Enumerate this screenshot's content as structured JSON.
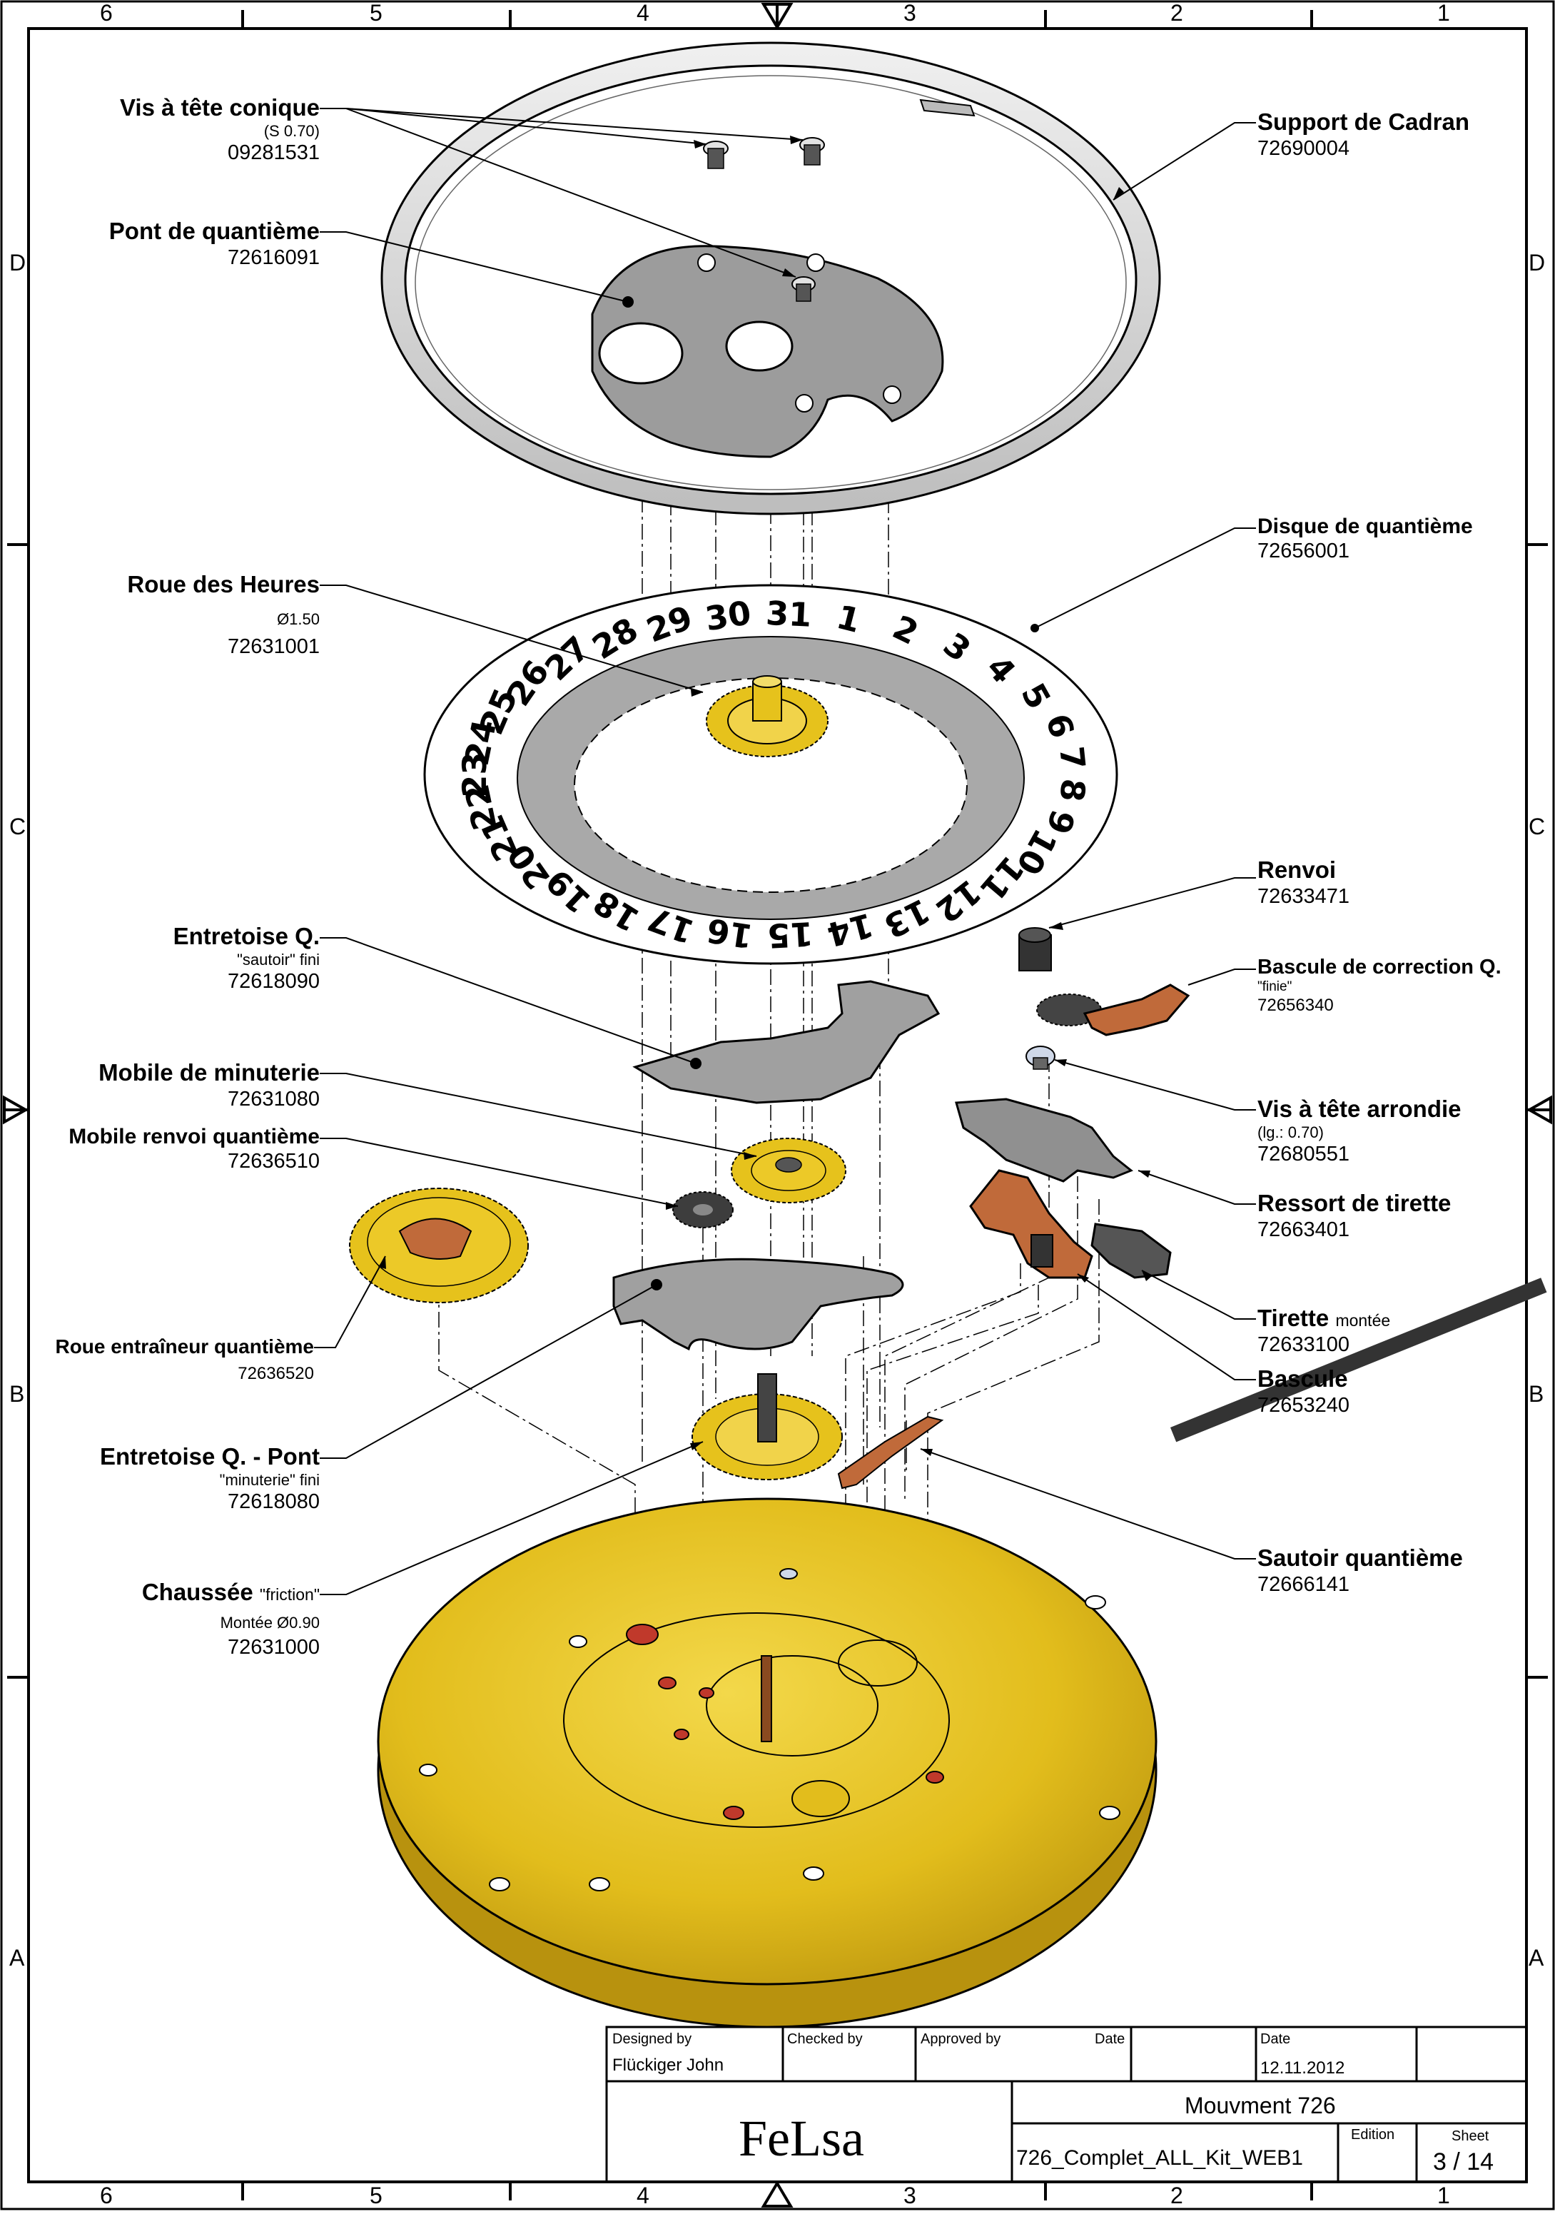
{
  "zones": {
    "columns": [
      "6",
      "5",
      "4",
      "3",
      "2",
      "1"
    ],
    "rows": [
      "D",
      "C",
      "B",
      "A"
    ]
  },
  "labels": {
    "vis_tete_conique": {
      "title": "Vis à tête conique",
      "sub": "(S 0.70)",
      "number": "09281531"
    },
    "pont_quantieme": {
      "title": "Pont de quantième",
      "number": "72616091"
    },
    "roue_heures": {
      "title": "Roue des Heures",
      "sub": "Ø1.50",
      "number": "72631001"
    },
    "entretoise_q": {
      "title": "Entretoise Q.",
      "sub": "\"sautoir\" fini",
      "number": "72618090"
    },
    "mobile_minuterie": {
      "title": "Mobile de minuterie",
      "number": "72631080"
    },
    "mobile_renvoi": {
      "title": "Mobile renvoi quantième",
      "number": "72636510"
    },
    "roue_entraineur": {
      "title": "Roue entraîneur quantième",
      "number": "72636520"
    },
    "entretoise_pont": {
      "title": "Entretoise Q. - Pont",
      "sub": "\"minuterie\" fini",
      "number": "72618080"
    },
    "chaussee": {
      "title": "Chaussée",
      "suffix": "\"friction\"",
      "sub": "Montée Ø0.90",
      "number": "72631000"
    },
    "support_cadran": {
      "title": "Support de Cadran",
      "number": "72690004"
    },
    "disque_quantieme": {
      "title": "Disque de quantième",
      "number": "72656001"
    },
    "renvoi": {
      "title": "Renvoi",
      "number": "72633471"
    },
    "bascule_correction": {
      "title": "Bascule de correction Q.",
      "sub": "\"finie\"",
      "number": "72656340"
    },
    "vis_tete_arrondie": {
      "title": "Vis à tête arrondie",
      "sub": "(lg.: 0.70)",
      "number": "72680551"
    },
    "ressort_tirette": {
      "title": "Ressort de tirette",
      "number": "72663401"
    },
    "tirette": {
      "title": "Tirette",
      "suffix": "montée",
      "number": "72633100"
    },
    "bascule": {
      "title": "Bascule",
      "number": "72653240"
    },
    "sautoir_quantieme": {
      "title": "Sautoir quantième",
      "number": "72666141"
    }
  },
  "date_disc_numbers": [
    "1",
    "2",
    "3",
    "4",
    "5",
    "6",
    "7",
    "8",
    "9",
    "10",
    "11",
    "12",
    "13",
    "14",
    "15",
    "16",
    "17",
    "18",
    "19",
    "20",
    "21",
    "22",
    "23",
    "24",
    "25",
    "26",
    "27",
    "28",
    "29",
    "30",
    "31"
  ],
  "title_block": {
    "designed_by_label": "Designed by",
    "designed_by": "Flückiger John",
    "checked_by_label": "Checked by",
    "approved_by_label": "Approved by",
    "date_label": "Date",
    "date_label2": "Date",
    "date": "12.11.2012",
    "company": "FeLsa",
    "title": "Mouvment 726",
    "filename": "726_Complet_ALL_Kit_WEB1",
    "edition_label": "Edition",
    "sheet_label": "Sheet",
    "sheet": "3 / 14"
  },
  "colors": {
    "brass": "#e6c21c",
    "brass_dark": "#a8860c",
    "steel": "#a9a9a9",
    "steel_light": "#d9d9d9",
    "copper": "#c06a3a",
    "line": "#000000"
  }
}
